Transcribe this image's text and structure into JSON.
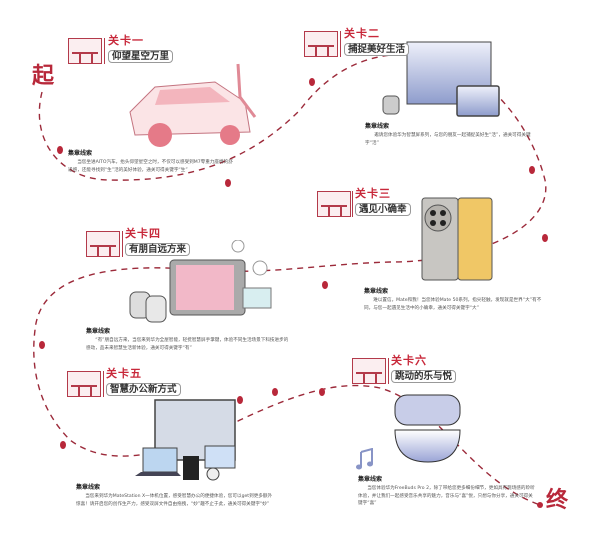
{
  "start_label": "起",
  "end_label": "终",
  "clue_heading": "集章线索",
  "colors": {
    "accent": "#c8283a",
    "route": "#9c2a3a"
  },
  "stages": [
    {
      "title": "关卡一",
      "subtitle": "仰望星空万里",
      "clue": "当您坐进AITO汽车，抬头仰望星空之时，不仅可以感受到M7零重力座椅的舒适感，还能寻找到“生”活的美好体验，通关可得关键字“生”"
    },
    {
      "title": "关卡二",
      "subtitle": "捕捉美好生活",
      "clue": "邀请您体验华为智慧屏系列，与您的朋友一起捕捉美好生“活”，通关可得关键字“活”"
    },
    {
      "title": "关卡三",
      "subtitle": "遇见小确幸",
      "clue": "难以置信，Mate和我！当您体验Mate 50系列，指尖轻触，发现就是世界“大”有不同，与您一起遇见生活中的小确幸，通关可得关键字“大”"
    },
    {
      "title": "关卡四",
      "subtitle": "有朋自远方来",
      "clue": "“有”朋自远方来，当您来到华为全屋智能，轻抚智慧屏手掌键，体验不同生活场景下科技进步的感动，品未来智慧生活新体验，通关可得关键字“有”"
    },
    {
      "title": "关卡五",
      "subtitle": "智慧办公新方式",
      "clue": "当您来到华为MateStation X一体机位置，感受智慧办公的便捷体验，您可以get到更多额外惊喜！请开启您的创作生产力，感受双屏文件自由拖拽，“妙”趣不止于此，通关可得关键字“妙”"
    },
    {
      "title": "关卡六",
      "subtitle": "跳动的乐与悦",
      "clue": "当您体验华为FreeBuds Pro 2，除了带给您更多细份细节，更如具有现场感的聆听体验，并让我们一起感受音乐共享的魅力，音乐与“喜”悦，只想与你分享，通关可得关键字“喜”"
    }
  ]
}
